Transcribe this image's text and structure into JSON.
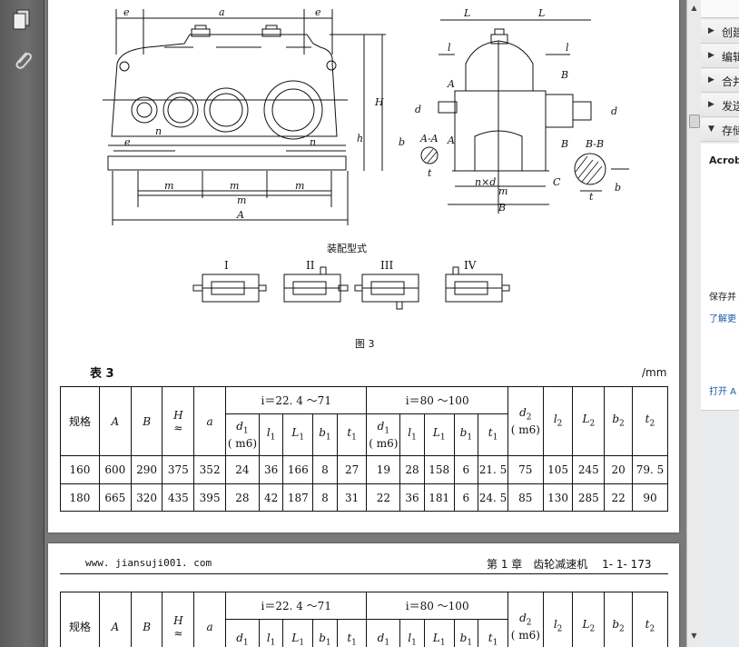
{
  "tools_pane": {
    "items": [
      {
        "label": "创建",
        "expanded": false
      },
      {
        "label": "编辑",
        "expanded": false
      },
      {
        "label": "合并",
        "expanded": false
      },
      {
        "label": "发送",
        "expanded": false
      },
      {
        "label": "存储",
        "expanded": true
      }
    ],
    "panel_title": "Acrobat",
    "panel_desc": "保存并",
    "panel_link1": "了解更",
    "panel_link2": "打开 A"
  },
  "page1": {
    "drawing_labels": {
      "e2": "e",
      "a": "a",
      "e3": "e",
      "H": "H",
      "h": "h",
      "n1": "n",
      "e1": "e",
      "n2": "n",
      "m2_left": "m",
      "m2_mid": "m",
      "m2_right": "m",
      "m1": "m",
      "A": "A",
      "L1": "L",
      "L2": "L",
      "l1": "l",
      "l2": "l",
      "B_label": "B",
      "A_arrow": "A",
      "A_arrow2": "A",
      "d1": "d",
      "d2": "d",
      "b1": "b",
      "t1": "t",
      "AA": "A-A",
      "BB": "B-B",
      "B2": "B",
      "nxd3": "n×d",
      "m3": "m",
      "C": "C",
      "B_dim": "B",
      "t2": "t",
      "b2": "b"
    },
    "assembly_caption": "装配型式",
    "assembly_types": [
      "I",
      "II",
      "III",
      "IV"
    ],
    "figure_caption": "图 3",
    "table_title": "表 3",
    "unit": "/mm",
    "table": {
      "col_spec": "规格",
      "col_A": "A",
      "col_B": "B",
      "col_H": "H",
      "col_H_sub": "≈",
      "col_a": "a",
      "group1": "i＝22. 4 ～71",
      "group2": "i＝80 ～100",
      "d1": "d",
      "d1_note": "( m6)",
      "l1": "l",
      "L1": "L",
      "b1": "b",
      "t1": "t",
      "d2": "d",
      "d2_note": "( m6)",
      "l2": "l",
      "L2": "L",
      "b2": "b",
      "t2": "t",
      "rows": [
        [
          "160",
          "600",
          "290",
          "375",
          "352",
          "24",
          "36",
          "166",
          "8",
          "27",
          "19",
          "28",
          "158",
          "6",
          "21. 5",
          "75",
          "105",
          "245",
          "20",
          "79. 5"
        ],
        [
          "180",
          "665",
          "320",
          "435",
          "395",
          "28",
          "42",
          "187",
          "8",
          "31",
          "22",
          "36",
          "181",
          "6",
          "24. 5",
          "85",
          "130",
          "285",
          "22",
          "90"
        ]
      ]
    }
  },
  "page2": {
    "footer_url": "www. jiansuji001. com",
    "footer_chapter": "第 1 章　齿轮减速机　 1- 1- 173"
  }
}
